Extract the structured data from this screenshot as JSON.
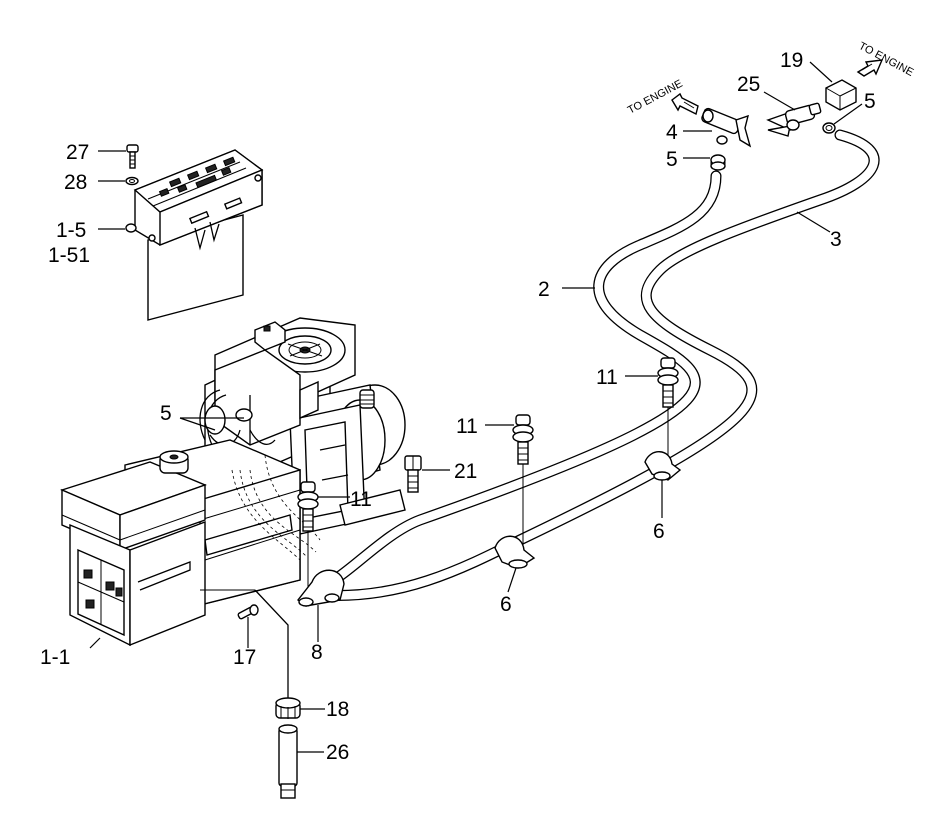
{
  "labels": {
    "l27": "27",
    "l28": "28",
    "l1_5": "1-5",
    "l1_51": "1-51",
    "l19": "19",
    "l25": "25",
    "l5_top_right": "5",
    "l4": "4",
    "l5_top": "5",
    "l2": "2",
    "l3": "3",
    "l11_right": "11",
    "l5_left": "5",
    "l11_mid": "11",
    "l21": "21",
    "l11_left": "11",
    "l6_right": "6",
    "l6_mid": "6",
    "l8": "8",
    "l17": "17",
    "l1_1": "1-1",
    "l18": "18",
    "l26": "26"
  },
  "notes": {
    "to_engine_left": "TO ENGINE",
    "to_engine_right": "TO ENGINE"
  }
}
